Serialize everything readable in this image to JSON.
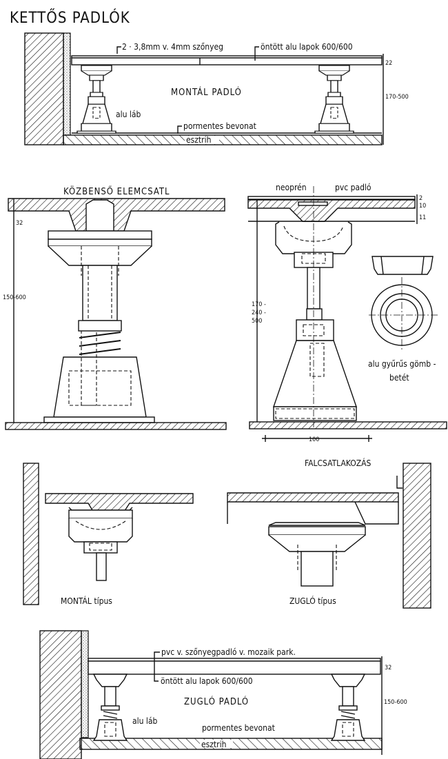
{
  "title": "KETTŐS PADLÓK",
  "section_montal": {
    "label_carpet": "2 · 3,8mm v. 4mm szőnyeg",
    "label_panels": "öntött alu lapok  600/600",
    "dim_thickness": "22",
    "name": "MONTÁL PADLÓ",
    "dim_height": "170-500",
    "label_foot": "alu láb",
    "label_coating": "pormentes bevonat",
    "label_screed": "esztrih"
  },
  "detail_left": {
    "title": "KÖZBENSŐ ELEMCSATL",
    "dim_top": "32",
    "dim_height": "150-600"
  },
  "detail_right": {
    "label_neoprene": "neoprén",
    "label_pvc": "pvc padló",
    "dim_a": "2",
    "dim_b": "10",
    "dim_c": "11",
    "dim_height_1": "170 -",
    "dim_height_2": "240 -",
    "dim_height_3": "500",
    "dim_base": "100",
    "ring_label_1": "alu gyűrűs gömb -",
    "ring_label_2": "betét"
  },
  "types": {
    "wall_joint": "FALCSATLAKOZÁS",
    "montal": "MONTÁL típus",
    "zuglo": "ZUGLÓ típus"
  },
  "section_zuglo": {
    "label_covering": "pvc  v. szőnyegpadló  v. mozaik park.",
    "label_panels": "öntött alu lapok 600/600",
    "dim_thickness": "32",
    "name": "ZUGLÓ PADLÓ",
    "dim_height": "150-600",
    "label_foot": "alu láb",
    "label_coating": "pormentes bevonat",
    "label_screed": "esztrih"
  }
}
